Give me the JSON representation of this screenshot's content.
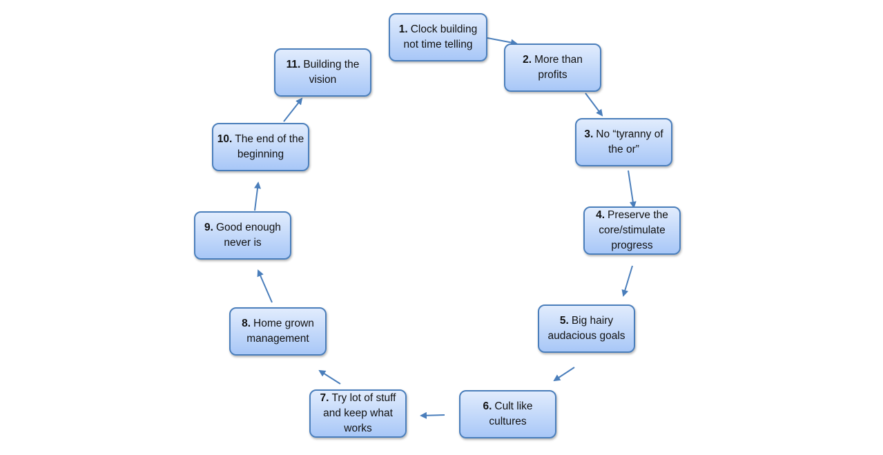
{
  "steps": [
    {
      "num": "1.",
      "text": "Clock building not time telling"
    },
    {
      "num": "2.",
      "text": "More than profits"
    },
    {
      "num": "3.",
      "text": "No “tyranny of the or”"
    },
    {
      "num": "4.",
      "text": "Preserve the core/stimulate progress"
    },
    {
      "num": "5.",
      "text": "Big hairy audacious goals"
    },
    {
      "num": "6.",
      "text": "Cult like cultures"
    },
    {
      "num": "7.",
      "text": "Try lot of stuff and keep what works"
    },
    {
      "num": "8.",
      "text": "Home grown management"
    },
    {
      "num": "9.",
      "text": "Good enough never is"
    },
    {
      "num": "10.",
      "text": "The end of the beginning"
    },
    {
      "num": "11.",
      "text": "Building the vision"
    }
  ],
  "colors": {
    "arrow": "#4a7ebb",
    "border": "#4a7ebb"
  }
}
